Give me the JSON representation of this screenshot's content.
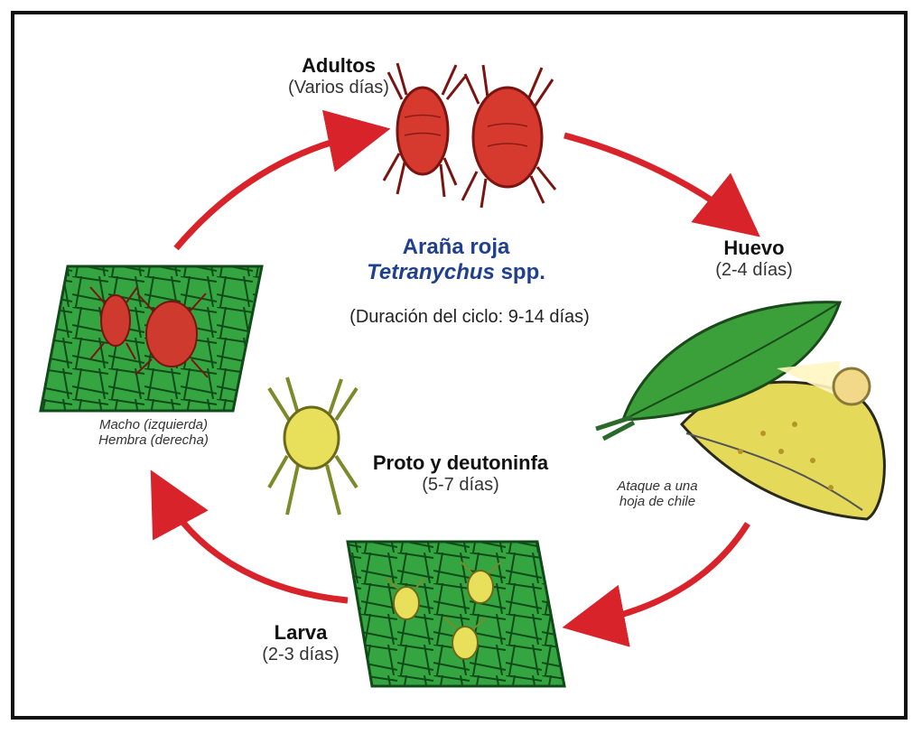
{
  "diagram": {
    "center": {
      "common_name": "Araña roja",
      "genus": "Tetranychus",
      "species_suffix": "spp.",
      "cycle_duration": "(Duración del ciclo: 9-14 días)"
    },
    "stages": {
      "adults": {
        "name": "Adultos",
        "duration": "(Varios días)"
      },
      "egg": {
        "name": "Huevo",
        "duration": "(2-4 días)",
        "note_line1": "Ataque a una",
        "note_line2": "hoja de chile"
      },
      "larva": {
        "name": "Larva",
        "duration": "(2-3 días)"
      },
      "nymph": {
        "name": "Proto y deutoninfa",
        "duration": "(5-7 días)"
      },
      "sexes": {
        "note_line1": "Macho (izquierda)",
        "note_line2": "Hembra (derecha)"
      }
    },
    "colors": {
      "arrow": "#d8232a",
      "mite_red": "#d63a2f",
      "mite_yellow": "#e8e05a",
      "leaf_green": "#2f9a3a",
      "title_blue": "#1f3f8f"
    }
  }
}
